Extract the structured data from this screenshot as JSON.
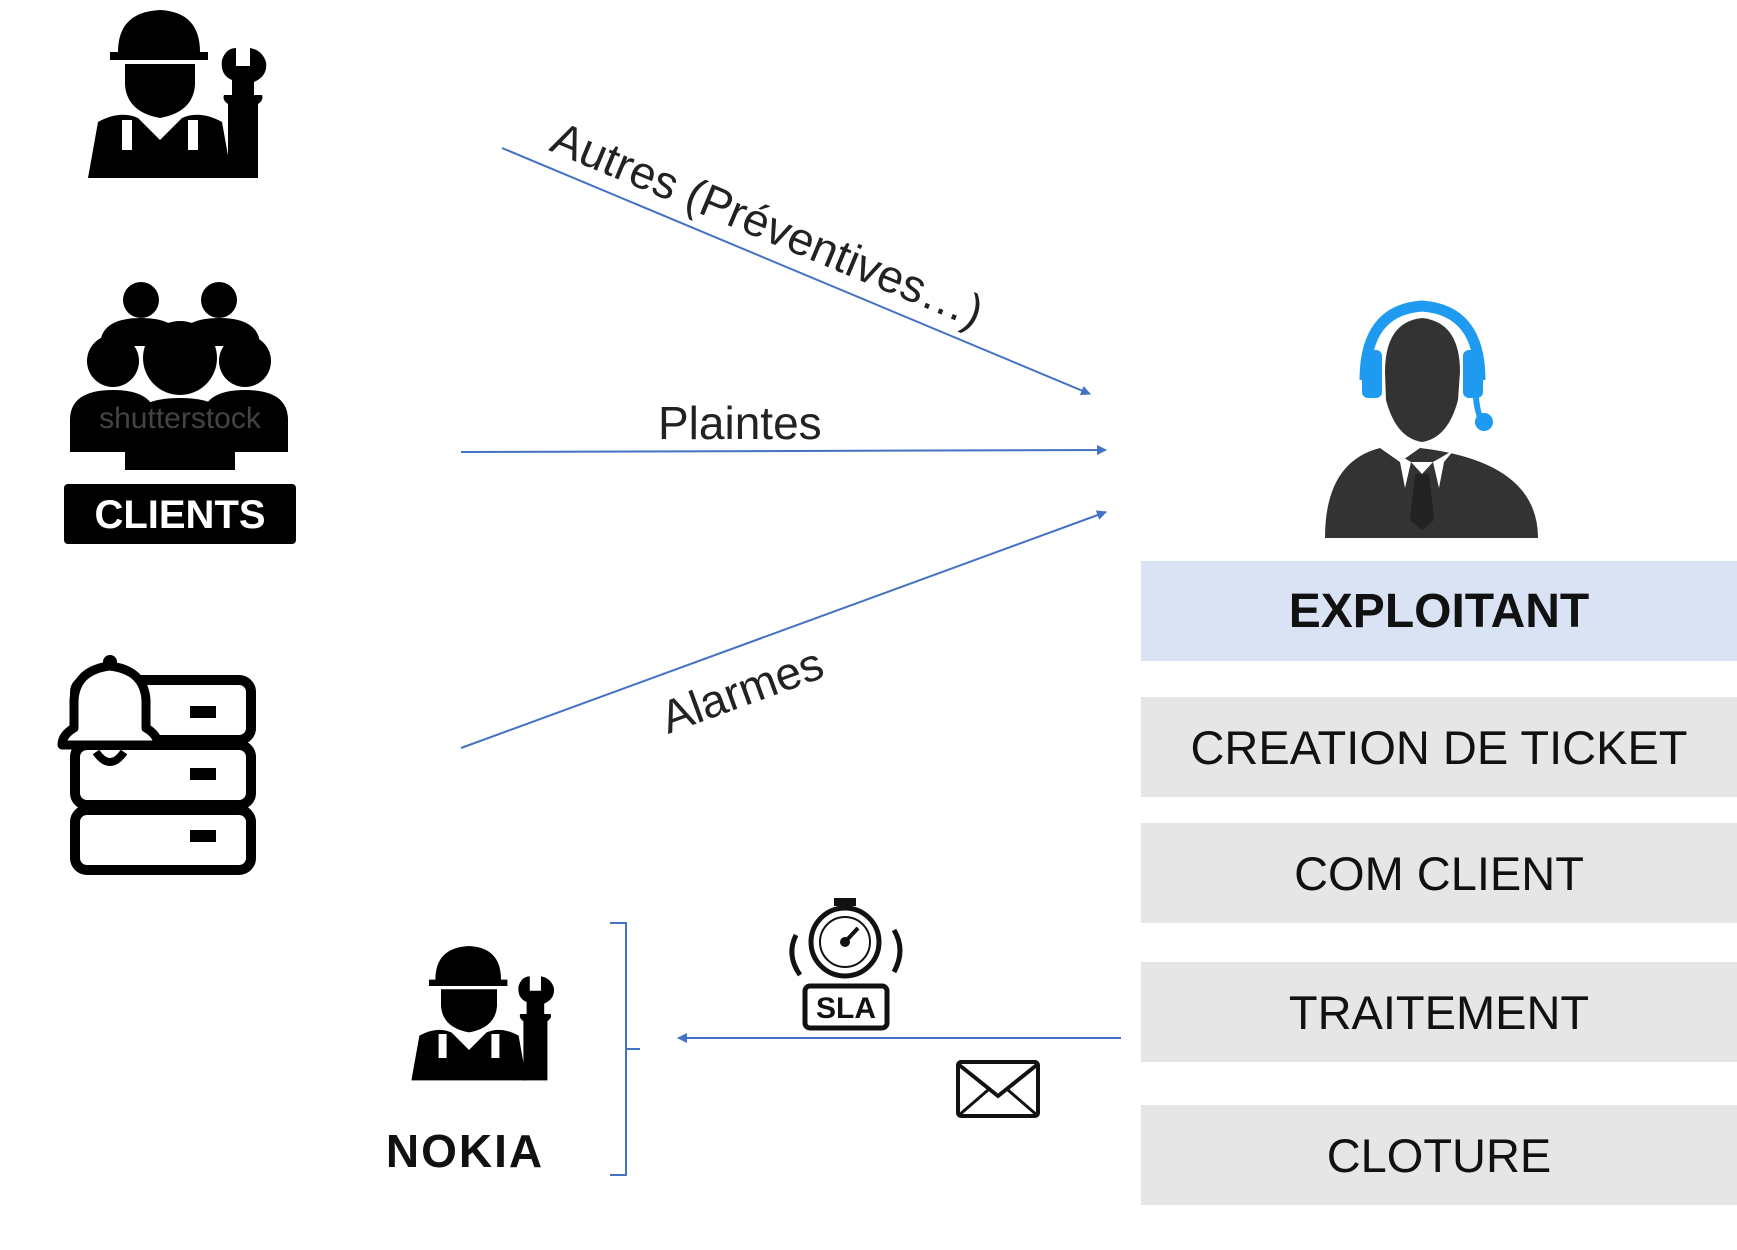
{
  "flows": {
    "autres": "Autres (Préventives…)",
    "plaintes": "Plaintes",
    "alarmes": "Alarmes"
  },
  "sources": {
    "clients_badge": "CLIENTS",
    "watermark": "shutterstock",
    "vendor_logo": "NOKIA"
  },
  "sla_badge": "SLA",
  "exploitant": {
    "title": "EXPLOITANT",
    "steps": [
      "CREATION DE TICKET",
      "COM CLIENT",
      "TRAITEMENT",
      "CLOTURE"
    ]
  },
  "colors": {
    "arrow": "#4472c4",
    "headset": "#1e9bf0",
    "header_bg": "#dae3f3",
    "step_bg": "#e6e6e6",
    "icon": "#000000"
  },
  "icons": [
    "technician-icon",
    "clients-group-icon",
    "alarm-server-icon",
    "operator-headset-icon",
    "sla-stopwatch-icon",
    "envelope-icon"
  ]
}
